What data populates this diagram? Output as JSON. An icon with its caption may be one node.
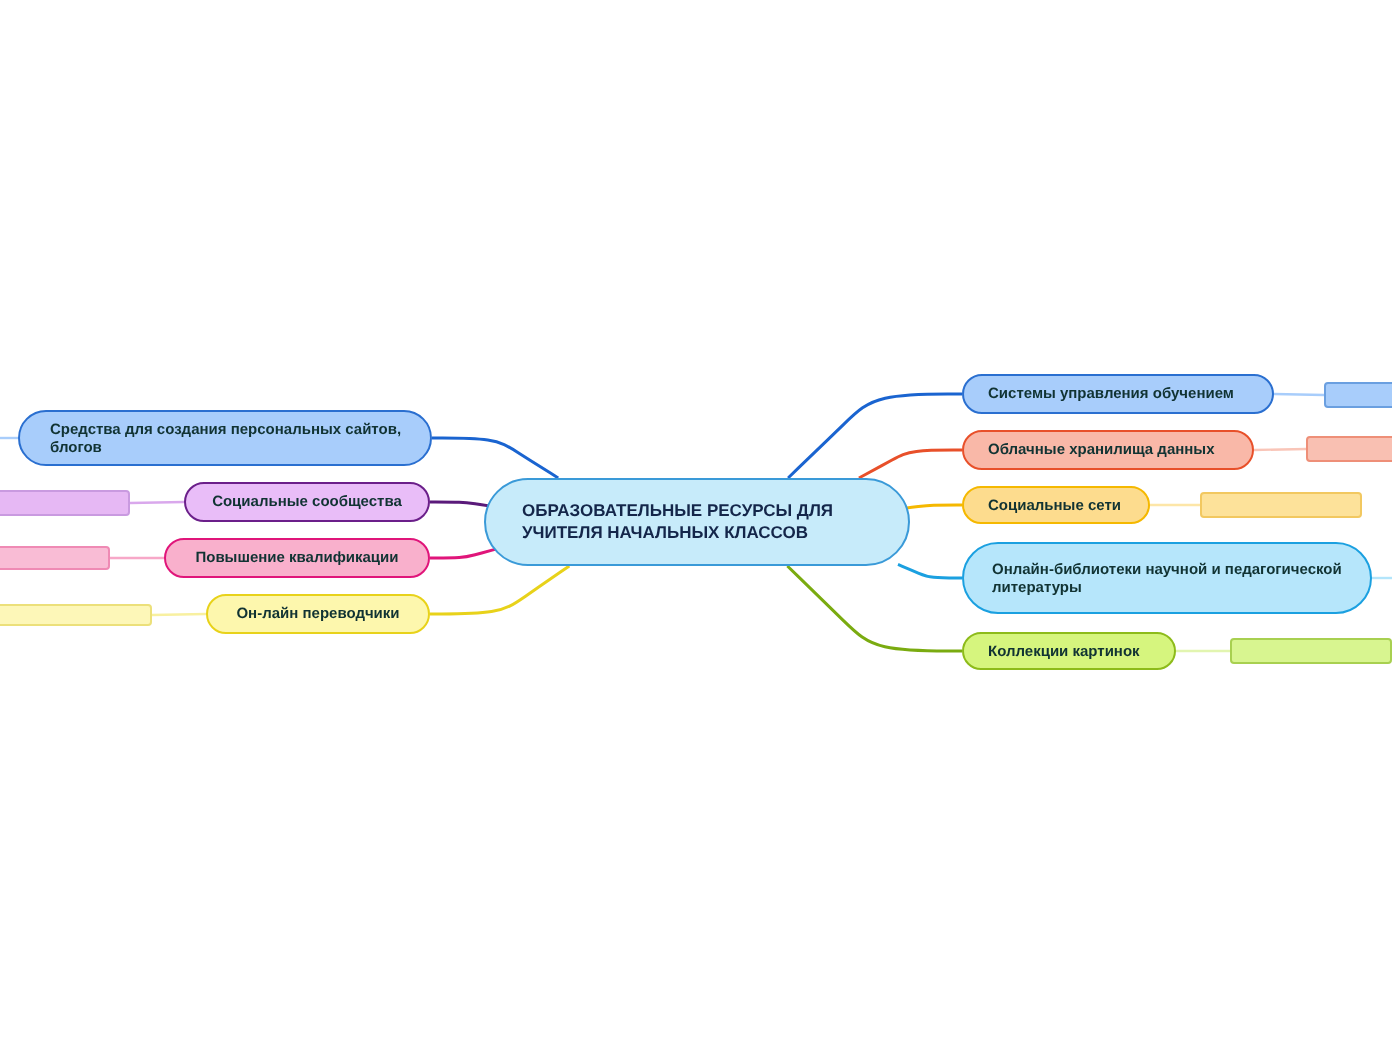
{
  "diagram": {
    "nodes": [
      {
        "text": [
          "ОБРАЗОВАТЕЛЬНЫЕ РЕСУРСЫ ДЛЯ УЧИТЕЛЯ НАЧАЛЬНЫХ КЛАССОВ"
        ]
      },
      {
        "text": [
          "Средства для создания персональных сайтов, блогов"
        ]
      },
      {
        "text": [
          "Социальные сообщества"
        ]
      },
      {
        "text": [
          "Повышение квалификации"
        ]
      },
      {
        "text": [
          "Он-лайн переводчики"
        ]
      },
      {
        "text": [
          "Системы управления обучением"
        ]
      },
      {
        "text": [
          "Облачные хранилища данных"
        ]
      },
      {
        "text": [
          "Социальные сети"
        ]
      },
      {
        "text": [
          "Онлайн-библиотеки научной и педагогической литературы"
        ]
      },
      {
        "text": [
          "Коллекции картинок"
        ]
      },
      {
        "text": [],
        "shape": "box"
      },
      {
        "text": [],
        "shape": "box"
      },
      {
        "text": [],
        "shape": "box"
      },
      {
        "text": [],
        "shape": "box"
      },
      {
        "text": [],
        "shape": "box"
      },
      {
        "text": [],
        "shape": "box"
      },
      {
        "text": [],
        "shape": "box"
      }
    ],
    "edges": [
      {
        "from": 0,
        "to": 1,
        "arrow": "none",
        "color": "#1a64d0"
      },
      {
        "from": 0,
        "to": 2,
        "arrow": "none",
        "color": "#5a1a7a"
      },
      {
        "from": 0,
        "to": 3,
        "arrow": "none",
        "color": "#e0157a"
      },
      {
        "from": 0,
        "to": 4,
        "arrow": "none",
        "color": "#e8d21a"
      },
      {
        "from": 0,
        "to": 5,
        "arrow": "none",
        "color": "#1a64d0"
      },
      {
        "from": 0,
        "to": 6,
        "arrow": "none",
        "color": "#e8502a"
      },
      {
        "from": 0,
        "to": 7,
        "arrow": "none",
        "color": "#f5b800"
      },
      {
        "from": 0,
        "to": 8,
        "arrow": "none",
        "color": "#1ba0e0"
      },
      {
        "from": 0,
        "to": 9,
        "arrow": "none",
        "color": "#7aab10"
      },
      {
        "from": 1,
        "to": null,
        "arrow": "none",
        "color": "#a8cdfb"
      },
      {
        "from": 2,
        "to": 10,
        "arrow": "none",
        "color": "#d9a8ec"
      },
      {
        "from": 3,
        "to": 11,
        "arrow": "none",
        "color": "#f7a8c8"
      },
      {
        "from": 4,
        "to": 12,
        "arrow": "none",
        "color": "#f8f0a0"
      },
      {
        "from": 5,
        "to": 13,
        "arrow": "none",
        "color": "#a8cdfb"
      },
      {
        "from": 6,
        "to": 14,
        "arrow": "none",
        "color": "#f9c5b8"
      },
      {
        "from": 7,
        "to": 15,
        "arrow": "none",
        "color": "#fde6a8"
      },
      {
        "from": 8,
        "to": null,
        "arrow": "none",
        "color": "#b3e5fb"
      },
      {
        "from": 9,
        "to": 16,
        "arrow": "none",
        "color": "#e2f5b0"
      }
    ]
  }
}
